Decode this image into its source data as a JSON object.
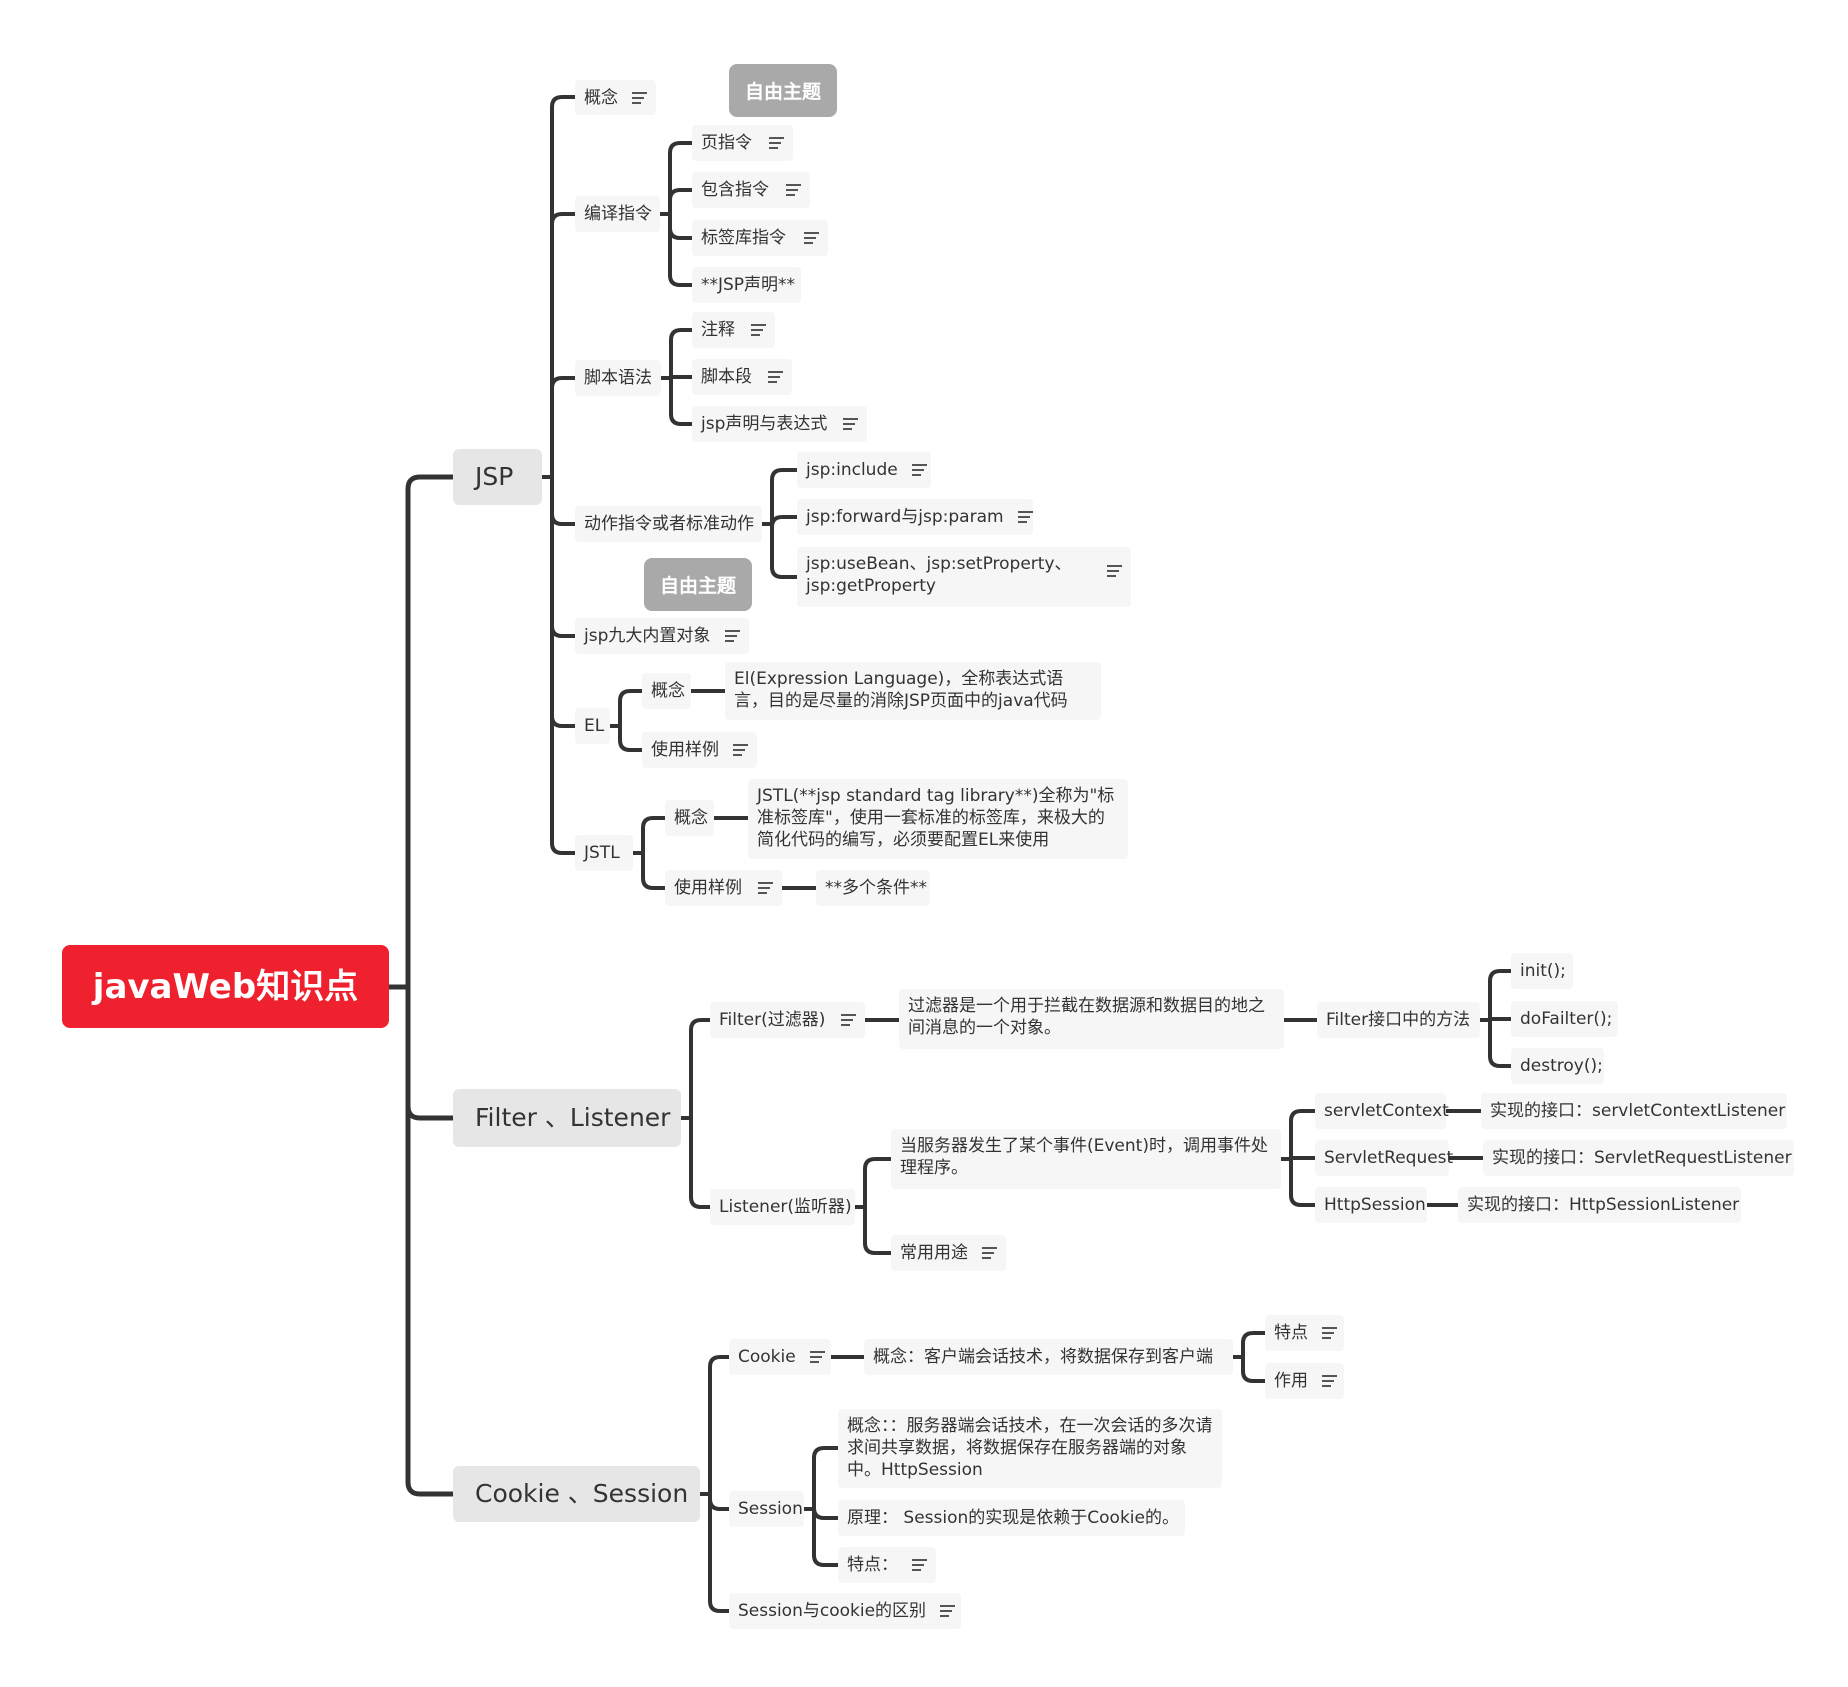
{
  "root": "javaWeb知识点",
  "tags": [
    "自由主题",
    "自由主题"
  ],
  "jsp": {
    "label": "JSP",
    "concept": "概念",
    "compile": {
      "label": "编译指令",
      "children": [
        "页指令",
        "包含指令",
        "标签库指令",
        "**JSP声明**"
      ]
    },
    "script": {
      "label": "脚本语法",
      "children": [
        "注释",
        "脚本段",
        "jsp声明与表达式"
      ]
    },
    "action": {
      "label": "动作指令或者标准动作",
      "children": [
        "jsp:include",
        "jsp:forward与jsp:param",
        "jsp:useBean、jsp:setProperty、jsp:getProperty"
      ]
    },
    "builtin": "jsp九大内置对象",
    "el": {
      "label": "EL",
      "concept": "概念",
      "concept_text": "El(Expression Language)，全称表达式语言，目的是尽量的消除JSP页面中的java代码",
      "example": "使用样例"
    },
    "jstl": {
      "label": "JSTL",
      "concept": "概念",
      "concept_text": "JSTL(**jsp standard tag library**)全称为\"标准标签库\"，使用一套标准的标签库，来极大的简化代码的编写，必须要配置EL来使用",
      "example": "使用样例",
      "example_child": "**多个条件**"
    }
  },
  "filter_listener": {
    "label": "Filter 、Listener",
    "filter": {
      "label": "Filter(过滤器)",
      "desc": "过滤器是一个用于拦截在数据源和数据目的地之间消息的一个对象。",
      "methods": "Filter接口中的方法",
      "method_list": [
        "init();",
        "doFailter();",
        "destroy();"
      ]
    },
    "listener": {
      "label": "Listener(监听器)",
      "desc": "当服务器发生了某个事件(Event)时，调用事件处理程序。",
      "usage": "常用用途",
      "items": [
        {
          "name": "servletContext",
          "impl": "实现的接口：servletContextListener"
        },
        {
          "name": "ServletRequest",
          "impl": "实现的接口：ServletRequestListener"
        },
        {
          "name": "HttpSession",
          "impl": "实现的接口：HttpSessionListener"
        }
      ]
    }
  },
  "cookie_session": {
    "label": "Cookie 、Session",
    "cookie": {
      "label": "Cookie",
      "concept": "概念：客户端会话技术，将数据保存到客户端",
      "children": [
        "特点",
        "作用"
      ]
    },
    "session": {
      "label": "Session",
      "children": [
        "概念：：服务器端会话技术，在一次会话的多次请求间共享数据，将数据保存在服务器端的对象中。HttpSession",
        "原理： Session的实现是依赖于Cookie的。",
        "特点："
      ]
    },
    "diff": "Session与cookie的区别"
  }
}
